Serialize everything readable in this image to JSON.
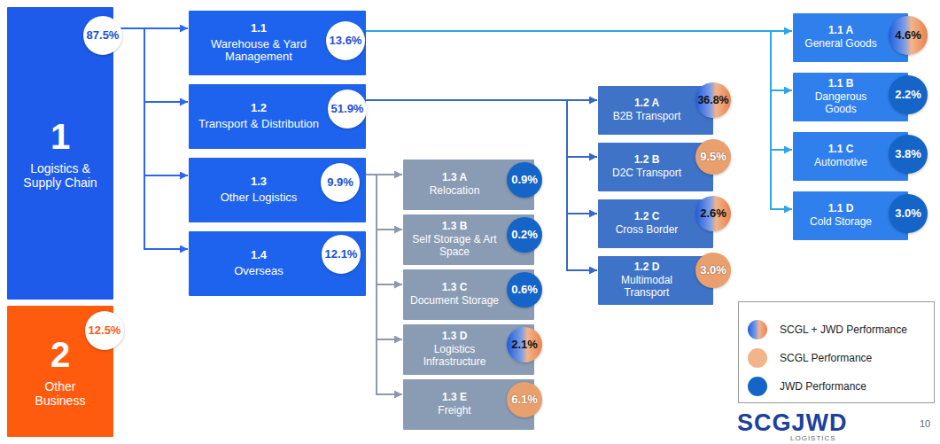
{
  "diagram": {
    "nodes": [
      {
        "text": [
          "1",
          "Logistics & Supply Chain"
        ]
      },
      {
        "text": [
          "87.5%"
        ],
        "in": 0
      },
      {
        "text": [
          "1.1",
          "Warehouse & Yard Management"
        ]
      },
      {
        "text": [
          "13.6%"
        ],
        "in": 2
      },
      {
        "text": [
          "1.2",
          "Transport & Distribution"
        ]
      },
      {
        "text": [
          "51.9%"
        ],
        "in": 4
      },
      {
        "text": [
          "1.3",
          "Other Logistics"
        ]
      },
      {
        "text": [
          "9.9%"
        ],
        "in": 6
      },
      {
        "text": [
          "1.4",
          "Overseas"
        ]
      },
      {
        "text": [
          "12.1%"
        ],
        "in": 8
      },
      {
        "text": [
          "1.3 A",
          "Relocation"
        ]
      },
      {
        "text": [
          "0.9%"
        ],
        "in": 10
      },
      {
        "text": [
          "1.3 B",
          "Self Storage & Art Space"
        ]
      },
      {
        "text": [
          "0.2%"
        ],
        "in": 12
      },
      {
        "text": [
          "1.3 C",
          "Document Storage"
        ]
      },
      {
        "text": [
          "0.6%"
        ],
        "in": 14
      },
      {
        "text": [
          "1.3 D",
          "Logistics Infrastructure"
        ]
      },
      {
        "text": [
          "2.1%"
        ],
        "in": 16
      },
      {
        "text": [
          "1.3 E",
          "Freight"
        ]
      },
      {
        "text": [
          "6.1%"
        ],
        "in": 18
      },
      {
        "text": [
          "1.2 A",
          "B2B Transport"
        ]
      },
      {
        "text": [
          "36.8%"
        ],
        "in": 20
      },
      {
        "text": [
          "1.2 B",
          "D2C Transport"
        ]
      },
      {
        "text": [
          "9.5%"
        ],
        "in": 22
      },
      {
        "text": [
          "1.2 C",
          "Cross Border"
        ]
      },
      {
        "text": [
          "2.6%"
        ],
        "in": 24
      },
      {
        "text": [
          "1.2 D",
          "Multimodal Transport"
        ]
      },
      {
        "text": [
          "3.0%"
        ],
        "in": 26
      },
      {
        "text": [
          "1.1 A",
          "General Goods"
        ]
      },
      {
        "text": [
          "4.6%"
        ],
        "in": 28
      },
      {
        "text": [
          "1.1 B",
          "Dangerous Goods"
        ]
      },
      {
        "text": [
          "2.2%"
        ],
        "in": 30
      },
      {
        "text": [
          "1.1 C",
          "Automotive"
        ]
      },
      {
        "text": [
          "3.8%"
        ],
        "in": 32
      },
      {
        "text": [
          "1.1 D",
          "Cold Storage"
        ]
      },
      {
        "text": [
          "3.0%"
        ],
        "in": 34
      },
      {
        "text": [
          "2",
          "Other Business"
        ]
      },
      {
        "text": [
          "12.5%"
        ],
        "in": 36
      }
    ],
    "edges": [
      {
        "from": 0,
        "to": 2,
        "arrow": "to"
      },
      {
        "from": 0,
        "to": 4,
        "arrow": "to"
      },
      {
        "from": 0,
        "to": 6,
        "arrow": "to"
      },
      {
        "from": 0,
        "to": 8,
        "arrow": "to"
      },
      {
        "from": 2,
        "to": 28,
        "arrow": "to"
      },
      {
        "from": 2,
        "to": 30,
        "arrow": "to"
      },
      {
        "from": 2,
        "to": 32,
        "arrow": "to"
      },
      {
        "from": 2,
        "to": 34,
        "arrow": "to"
      },
      {
        "from": 4,
        "to": 20,
        "arrow": "to"
      },
      {
        "from": 4,
        "to": 22,
        "arrow": "to"
      },
      {
        "from": 4,
        "to": 24,
        "arrow": "to"
      },
      {
        "from": 4,
        "to": 26,
        "arrow": "to"
      },
      {
        "from": 6,
        "to": 10,
        "arrow": "to"
      },
      {
        "from": 6,
        "to": 12,
        "arrow": "to"
      },
      {
        "from": 6,
        "to": 14,
        "arrow": "to"
      },
      {
        "from": 6,
        "to": 16,
        "arrow": "to"
      },
      {
        "from": 6,
        "to": 18,
        "arrow": "to"
      }
    ],
    "labels": [
      "SCGJWD",
      "LOGISTICS",
      "10"
    ],
    "legend": [
      {
        "text": "SCGL + JWD Performance"
      },
      {
        "text": "SCGL Performance",
        "color": "#f2b48a"
      },
      {
        "text": "JWD Performance",
        "color": "#1565c8"
      }
    ]
  }
}
